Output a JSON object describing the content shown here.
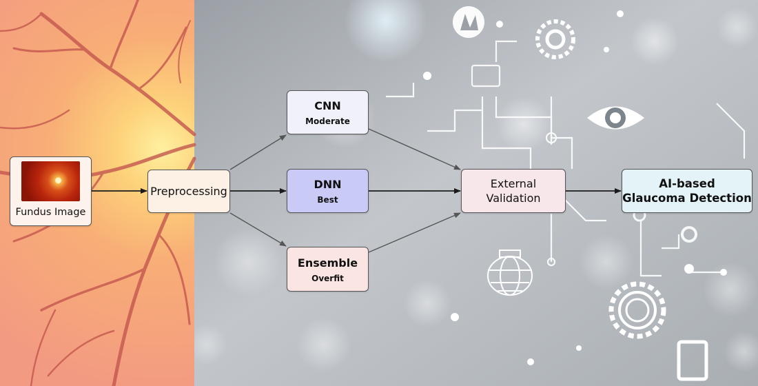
{
  "nodes": {
    "fundus": {
      "label": "Fundus Image"
    },
    "preprocessing": {
      "label": "Preprocessing"
    },
    "cnn": {
      "label": "CNN",
      "sublabel": "Moderate"
    },
    "dnn": {
      "label": "DNN",
      "sublabel": "Best"
    },
    "ensemble": {
      "label": "Ensemble",
      "sublabel": "Overfit"
    },
    "validation": {
      "line1": "External",
      "line2": "Validation"
    },
    "detection": {
      "line1": "AI-based",
      "line2": "Glaucoma Detection"
    }
  },
  "edges": [
    {
      "from": "fundus",
      "to": "preprocessing",
      "style": "dark"
    },
    {
      "from": "preprocessing",
      "to": "cnn",
      "style": "grey"
    },
    {
      "from": "preprocessing",
      "to": "dnn",
      "style": "dark"
    },
    {
      "from": "preprocessing",
      "to": "ensemble",
      "style": "grey"
    },
    {
      "from": "cnn",
      "to": "validation",
      "style": "grey"
    },
    {
      "from": "dnn",
      "to": "validation",
      "style": "dark"
    },
    {
      "from": "ensemble",
      "to": "validation",
      "style": "grey"
    },
    {
      "from": "validation",
      "to": "detection",
      "style": "dark"
    }
  ],
  "colors": {
    "retina_panel": "#f6a06a",
    "tech_background": "#b4b9bf",
    "dnn_fill": "#c9cbf6",
    "detection_fill": "#e4f3f8",
    "arrow_dark": "#1a1a1a",
    "arrow_grey": "#555555"
  },
  "icons": [
    "retina-vessels",
    "eye-icon",
    "gear-icon",
    "brain-icon",
    "circuit-icon",
    "wireframe-globe-icon",
    "tablet-icon"
  ]
}
